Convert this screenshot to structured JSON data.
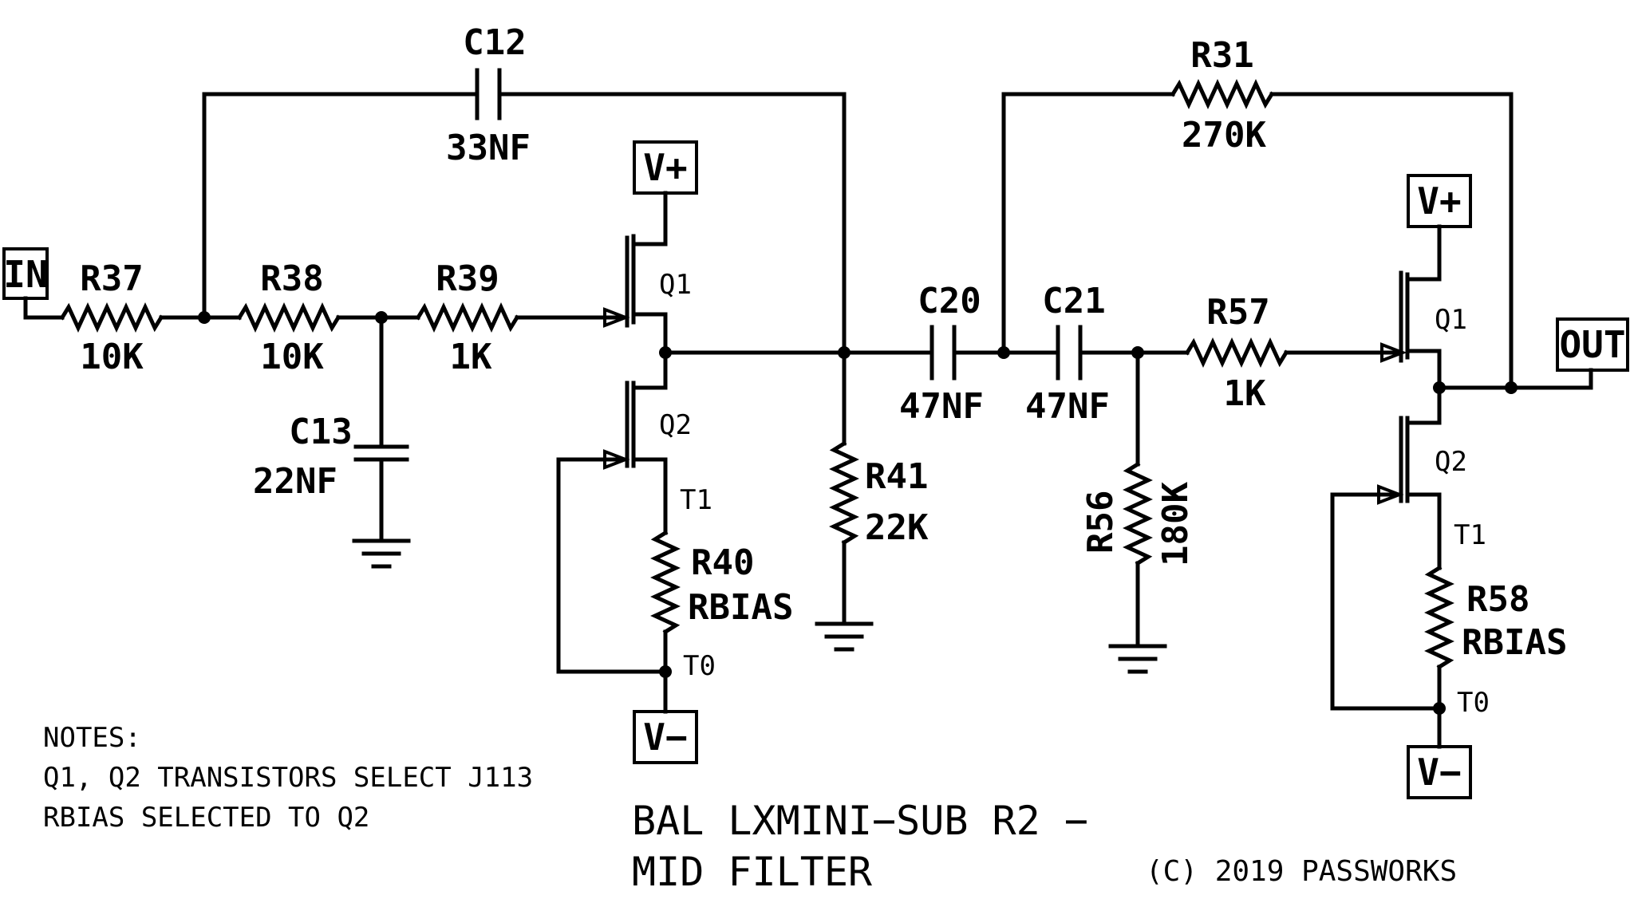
{
  "ports": {
    "input": "IN",
    "output": "OUT",
    "vplus": "V+",
    "vminus": "V−"
  },
  "components": {
    "c12": {
      "ref": "C12",
      "value": "33NF"
    },
    "c13": {
      "ref": "C13",
      "value": "22NF"
    },
    "c20": {
      "ref": "C20",
      "value": "47NF"
    },
    "c21": {
      "ref": "C21",
      "value": "47NF"
    },
    "r37": {
      "ref": "R37",
      "value": "10K"
    },
    "r38": {
      "ref": "R38",
      "value": "10K"
    },
    "r39": {
      "ref": "R39",
      "value": "1K"
    },
    "r40": {
      "ref": "R40",
      "value": "RBIAS"
    },
    "r41": {
      "ref": "R41",
      "value": "22K"
    },
    "r31": {
      "ref": "R31",
      "value": "270K"
    },
    "r56": {
      "ref": "R56",
      "value": "180K"
    },
    "r57": {
      "ref": "R57",
      "value": "1K"
    },
    "r58": {
      "ref": "R58",
      "value": "RBIAS"
    },
    "q1": {
      "ref": "Q1"
    },
    "q2": {
      "ref": "Q2"
    }
  },
  "pins": {
    "t1": "T1",
    "t0": "T0"
  },
  "notes": {
    "heading": "NOTES:",
    "line1": "Q1, Q2 TRANSISTORS SELECT J113",
    "line2": "RBIAS SELECTED TO Q2"
  },
  "title": {
    "line1": "BAL LXMINI−SUB R2 −",
    "line2": "MID FILTER"
  },
  "copyright": "(C) 2019 PASSWORKS"
}
